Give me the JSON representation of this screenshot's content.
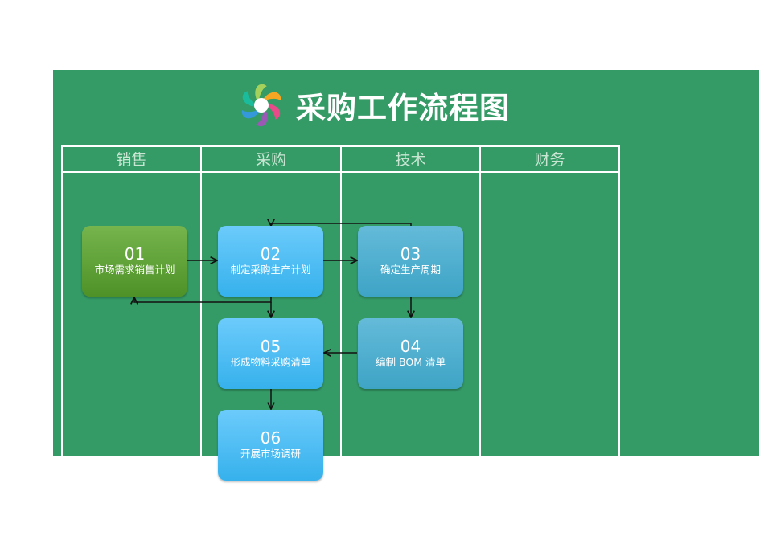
{
  "title": "采购工作流程图",
  "colors": {
    "panel": "#349a66",
    "lane_line": "#ffffff",
    "node_green": "#5a9f35",
    "node_blue": "#48bcf2",
    "node_teal": "#4fafcf",
    "arrow": "#111111"
  },
  "lanes": [
    {
      "label": "销售"
    },
    {
      "label": "采购"
    },
    {
      "label": "技术"
    },
    {
      "label": "财务"
    }
  ],
  "nodes": [
    {
      "id": "01",
      "label": "市场需求销售计划",
      "lane": "销售"
    },
    {
      "id": "02",
      "label": "制定采购生产计划",
      "lane": "采购"
    },
    {
      "id": "03",
      "label": "确定生产周期",
      "lane": "技术"
    },
    {
      "id": "04",
      "label": "编制 BOM 清单",
      "lane": "技术"
    },
    {
      "id": "05",
      "label": "形成物料采购清单",
      "lane": "采购"
    },
    {
      "id": "06",
      "label": "开展市场调研",
      "lane": "采购"
    }
  ],
  "edges": [
    {
      "from": "01",
      "to": "02"
    },
    {
      "from": "02",
      "to": "03"
    },
    {
      "from": "03",
      "to": "02"
    },
    {
      "from": "02",
      "to": "01"
    },
    {
      "from": "03",
      "to": "04"
    },
    {
      "from": "04",
      "to": "05"
    },
    {
      "from": "02",
      "to": "05"
    },
    {
      "from": "05",
      "to": "06"
    }
  ]
}
